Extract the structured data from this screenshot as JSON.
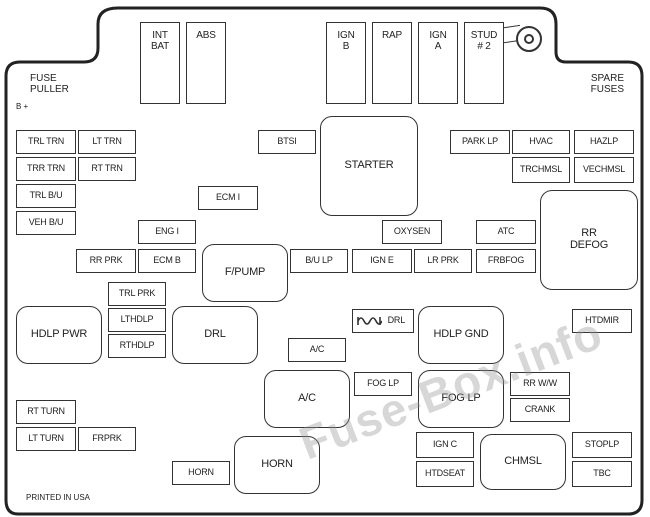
{
  "diagram": {
    "fuses": {
      "int_bat": "INT\nBAT",
      "abs": "ABS",
      "ign_b": "IGN\nB",
      "rap": "RAP",
      "ign_a": "IGN\nA",
      "stud2": "STUD\n# 2",
      "trl_trn": "TRL TRN",
      "lt_trn": "LT TRN",
      "trr_trn": "TRR TRN",
      "rt_trn": "RT TRN",
      "trl_bu": "TRL B/U",
      "veh_bu": "VEH B/U",
      "btsi": "BTSI",
      "starter": "STARTER",
      "park_lp": "PARK LP",
      "hvac": "HVAC",
      "haz_lp": "HAZLP",
      "trch_msl": "TRCHMSL",
      "veh_chmsl": "VECHMSL",
      "ecm_i": "ECM I",
      "eng_i": "ENG I",
      "oxygen": "OXYSEN",
      "atc": "ATC",
      "rr_defog": "RR\nDEFOG",
      "rr_prk": "RR PRK",
      "ecm_b": "ECM B",
      "f_pump": "F/PUMP",
      "bu_lp": "B/U LP",
      "ign_e": "IGN E",
      "lr_prk": "LR PRK",
      "frt_fog": "FRBFOG",
      "trl_prk": "TRL PRK",
      "lt_hdlp": "LTHDLP",
      "rt_hdlp": "RTHDLP",
      "hdlp_pwr": "HDLP PWR",
      "drl_fuse": "DRL",
      "drl_relay": "DRL",
      "hdlp_gnd": "HDLP GND",
      "htd_mir": "HTDMIR",
      "ac_fuse": "A/C",
      "ac_relay": "A/C",
      "fog_lp_fuse": "FOG LP",
      "fog_lp_relay": "FOG LP",
      "rr_wiper": "RR W/W",
      "crank": "CRANK",
      "rt_turn": "RT TURN",
      "lt_turn": "LT TURN",
      "fr_prk": "FRPRK",
      "horn_fuse": "HORN",
      "horn_relay": "HORN",
      "ign_c": "IGN C",
      "htd_seat": "HTDSEAT",
      "chmsl": "CHMSL",
      "stop_lp": "STOPLP",
      "tbc": "TBC"
    },
    "labels": {
      "fuse_puller": "FUSE\nPULLER",
      "b_plus": "B +",
      "spare_fuses": "SPARE\nFUSES",
      "printed": "PRINTED IN USA"
    },
    "watermark": "Fuse-Box.info"
  }
}
